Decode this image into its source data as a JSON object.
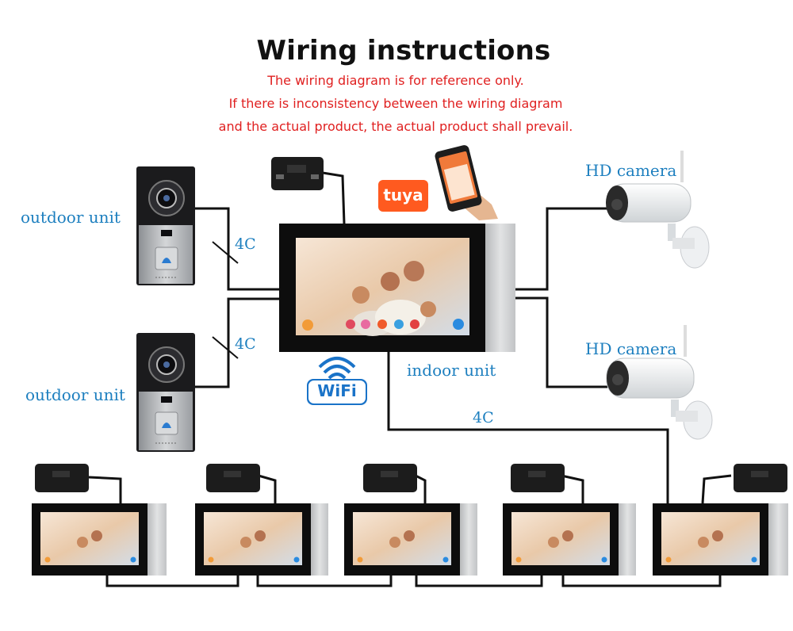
{
  "title": "Wiring instructions",
  "notes": [
    "The wiring diagram is for reference only.",
    "If there is inconsistency between the wiring diagram",
    "and the actual product, the actual product shall prevail."
  ],
  "labels": {
    "outdoor_unit_1": "outdoor unit",
    "outdoor_unit_2": "outdoor unit",
    "indoor_unit": "indoor unit",
    "hd_camera_1": "HD camera",
    "hd_camera_2": "HD camera"
  },
  "wire_labels": {
    "top": "4C",
    "middle": "4C",
    "bottom": "4C"
  },
  "logos": {
    "tuya": "tuya",
    "wifi": "WiFi"
  },
  "colors": {
    "label_blue": "#1d7fbf",
    "note_red": "#e02020",
    "tuya_orange": "#ff5a1f",
    "wifi_blue": "#1a73c8"
  }
}
